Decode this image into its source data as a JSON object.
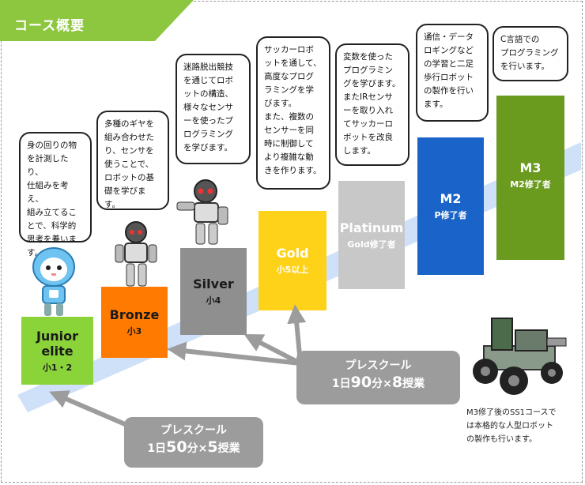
{
  "header": {
    "title": "コース概要"
  },
  "levels": [
    {
      "name": "Junior\nelite",
      "sub": "小1・2",
      "bg": "#8ad339",
      "fg": "#1a1a1a"
    },
    {
      "name": "Bronze",
      "sub": "小3",
      "bg": "#ff7a00",
      "fg": "#1a1a1a"
    },
    {
      "name": "Silver",
      "sub": "小4",
      "bg": "#8f8f8f",
      "fg": "#1a1a1a"
    },
    {
      "name": "Gold",
      "sub": "小5以上",
      "bg": "#ffd21a",
      "fg": "#ffffff"
    },
    {
      "name": "Platinum",
      "sub": "Gold修了者",
      "bg": "#c8c8c8",
      "fg": "#ffffff"
    },
    {
      "name": "M2",
      "sub": "P修了者",
      "bg": "#1a63c8",
      "fg": "#ffffff"
    },
    {
      "name": "M3",
      "sub": "M2修了者",
      "bg": "#6a9a1e",
      "fg": "#ffffff"
    }
  ],
  "bubbles": [
    "身の回りの物\nを計測したり、\n仕組みを考え、\n組み立てるこ\nとで、科学的\n思考を養いま\nす。",
    "多種のギヤを\n組み合わせた\nり、センサを\n使うことで、\nロボットの基\n礎を学びます。",
    "迷路脱出競技\nを通じてロボ\nットの構造、\n様々なセンサ\nーを使ったプ\nログラミング\nを学びます。",
    "サッカーロボ\nットを通して、\n高度なプログ\nラミングを学\nびます。\nまた、複数の\nセンサーを同\n時に制御して\nより複雑な動\nきを作ります。",
    "変数を使った\nプログラミン\nグを学びます。\nまたIRセンサ\nーを取り入れ\nてサッカーロ\nボットを改良\nします。",
    "通信・データ\nロギングなど\nの学習と二足\n歩行ロボット\nの製作を行い\nます。",
    "C言語での\nプログラミング\nを行います。"
  ],
  "pills": [
    {
      "prefix": "プレスクール",
      "line2": [
        "1日",
        "50",
        "分×",
        "5",
        "授業"
      ]
    },
    {
      "prefix": "プレスクール",
      "line2": [
        "1日",
        "90",
        "分×",
        "8",
        "授業"
      ]
    }
  ],
  "caption": "M3修了後のSS1コースで\nは本格的な人型ロボット\nの製作も行います。",
  "colors": {
    "ribbon": "#cfe1f8",
    "arrow": "#9c9c9c",
    "tab": "#8dc63f"
  },
  "icons": [
    "robot-mascot-icon",
    "humanoid-robot-icon",
    "vehicle-robot-icon"
  ]
}
